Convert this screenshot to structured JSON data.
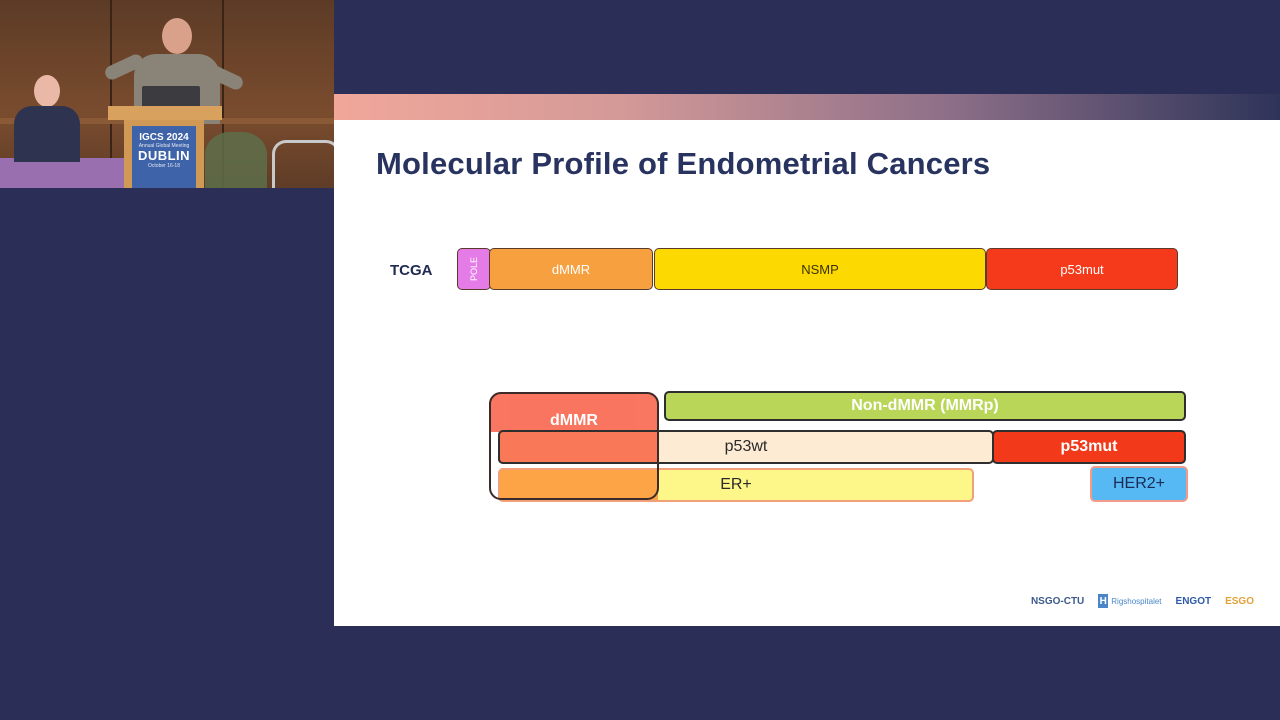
{
  "video": {
    "podium_line1": "IGCS 2024",
    "podium_line2": "Annual Global Meeting",
    "podium_line3": "DUBLIN",
    "podium_line4": "October 16-18"
  },
  "slide": {
    "title": "Molecular Profile of Endometrial Cancers",
    "tcga_label": "TCGA",
    "tcga_segments": {
      "pole": "POLE",
      "dmmr": "dMMR",
      "nsmp": "NSMP",
      "p53mut": "p53mut"
    },
    "overlap": {
      "dmmr": "dMMR",
      "non_dmmr": "Non-dMMR (MMRp)",
      "p53wt": "p53wt",
      "p53mut": "p53mut",
      "er": "ER+",
      "her2": "HER2+"
    },
    "logos": {
      "nsgo": "NSGO-CTU",
      "hospital": "Rigshospitalet",
      "engot": "ENGOT",
      "esgo": "ESGO"
    }
  },
  "colors": {
    "background": "#2b2f57",
    "title": "#28335f",
    "pole": "#e57be6",
    "dmmr": "#f6a040",
    "nsmp": "#fcd900",
    "p53mut": "#f43a1a",
    "non_dmmr": "#b9d659",
    "her2": "#57b9f4"
  }
}
